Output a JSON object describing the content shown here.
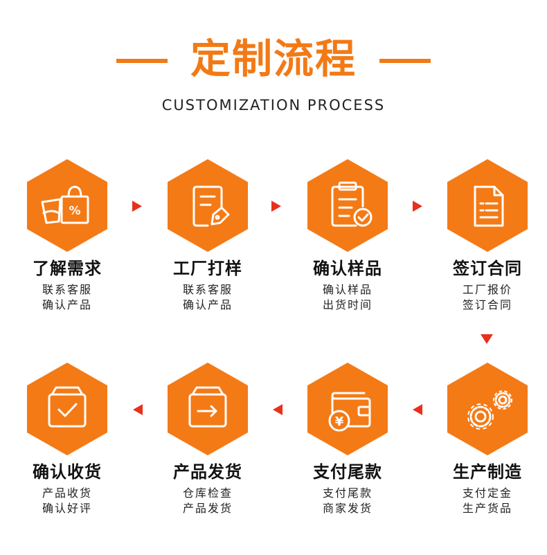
{
  "header": {
    "title": "定制流程",
    "subtitle": "CUSTOMIZATION PROCESS"
  },
  "colors": {
    "accent": "#f27a16",
    "hex_fill": "#f47a16",
    "arrow": "#e8301c"
  },
  "steps": [
    {
      "title": "了解需求",
      "line1": "联系客服",
      "line2": "确认产品",
      "icon": "shopping-bag-icon"
    },
    {
      "title": "工厂打样",
      "line1": "联系客服",
      "line2": "确认产品",
      "icon": "document-tag-icon"
    },
    {
      "title": "确认样品",
      "line1": "确认样品",
      "line2": "出货时间",
      "icon": "clipboard-check-icon"
    },
    {
      "title": "签订合同",
      "line1": "工厂报价",
      "line2": "签订合同",
      "icon": "contract-icon"
    },
    {
      "title": "生产制造",
      "line1": "支付定金",
      "line2": "生产货品",
      "icon": "gears-icon"
    },
    {
      "title": "支付尾款",
      "line1": "支付尾款",
      "line2": "商家发货",
      "icon": "wallet-yuan-icon"
    },
    {
      "title": "产品发货",
      "line1": "仓库检查",
      "line2": "产品发货",
      "icon": "box-arrow-icon"
    },
    {
      "title": "确认收货",
      "line1": "产品收货",
      "line2": "确认好评",
      "icon": "box-check-icon"
    }
  ]
}
